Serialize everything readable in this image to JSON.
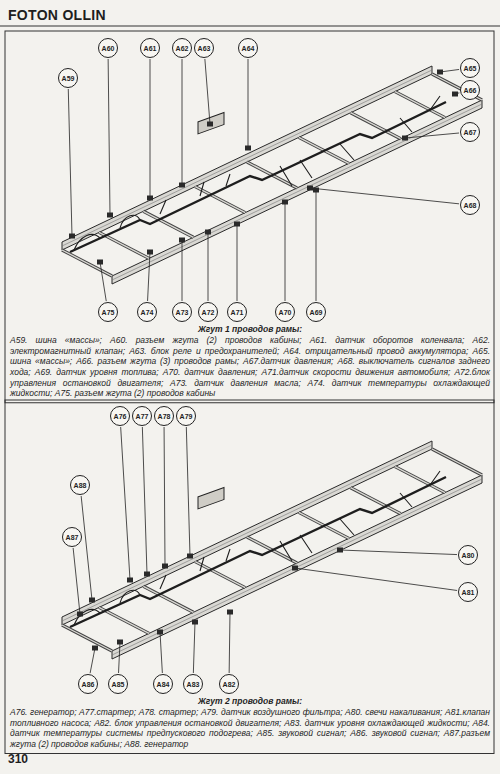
{
  "diagram": {
    "title": "FOTON OLLIN",
    "nodes": [
      {
        "text": [
          "A59"
        ]
      },
      {
        "text": [
          "A60"
        ]
      },
      {
        "text": [
          "A61"
        ]
      },
      {
        "text": [
          "A62"
        ]
      },
      {
        "text": [
          "A63"
        ]
      },
      {
        "text": [
          "A64"
        ]
      },
      {
        "text": [
          "A65"
        ]
      },
      {
        "text": [
          "A66"
        ]
      },
      {
        "text": [
          "A67"
        ]
      },
      {
        "text": [
          "A68"
        ]
      },
      {
        "text": [
          "A75"
        ]
      },
      {
        "text": [
          "A74"
        ]
      },
      {
        "text": [
          "A73"
        ]
      },
      {
        "text": [
          "A72"
        ]
      },
      {
        "text": [
          "A71"
        ]
      },
      {
        "text": [
          "A70"
        ]
      },
      {
        "text": [
          "A69"
        ]
      },
      {
        "text": [
          "A76"
        ]
      },
      {
        "text": [
          "A77"
        ]
      },
      {
        "text": [
          "A78"
        ]
      },
      {
        "text": [
          "A79"
        ]
      },
      {
        "text": [
          "A88"
        ]
      },
      {
        "text": [
          "A80"
        ]
      },
      {
        "text": [
          "A87"
        ]
      },
      {
        "text": [
          "A81"
        ]
      },
      {
        "text": [
          "A86"
        ]
      },
      {
        "text": [
          "A85"
        ]
      },
      {
        "text": [
          "A84"
        ]
      },
      {
        "text": [
          "A83"
        ]
      },
      {
        "text": [
          "A82"
        ]
      }
    ],
    "labels": [
      "Жгут 1 проводов рамы:",
      "A59. шина «массы»; A60. разъем жгута (2) проводов кабины; A61. датчик оборотов коленвала; A62. электромагнитный клапан; A63. блок реле и предохранителей; A64. отрицательный провод аккумулятора; A65. шина «массы»; A66. разъем жгута (3) проводов рамы; A67.датчик давления; A68. выключатель сигналов заднего хода; A69. датчик уровня топлива; A70. датчик давления; A71.датчик скорости движения автомобиля; A72.блок управления остановкой двигателя; A73. датчик давления масла; A74. датчик температуры охлаждающей жидкости; A75. разъем жгута (2) проводов кабины",
      "Жгут 2 проводов рамы:",
      "A76. генератор; A77.стартер; A78. стартер; A79. датчик воздушного фильтра; A80. свечи накаливания; A81.клапан топливного насоса; A82. блок управления остановкой двигателя; A83. датчик уровня охлаждающей жидкости; A84. датчик температуры системы предпускового подогрева; A85. звуковой сигнал; A86. звуковой сигнал; A87.разъем жгута (2) проводов кабины; A88. генератор",
      "310"
    ]
  }
}
